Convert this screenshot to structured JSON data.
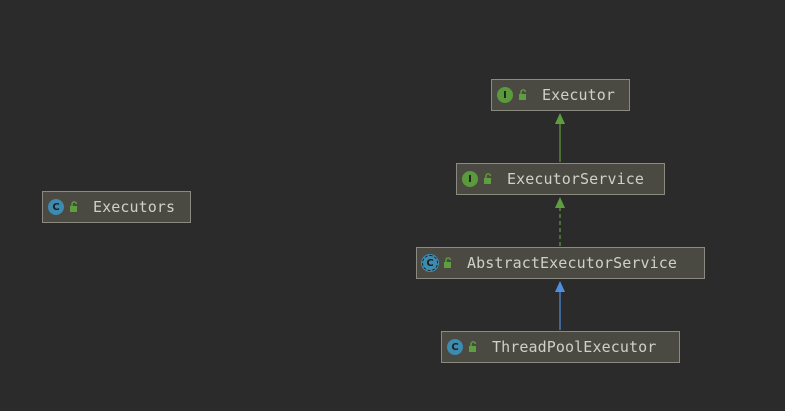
{
  "diagram": {
    "nodes": [
      {
        "id": "executors",
        "label": "Executors",
        "kind": "class",
        "kind_glyph": "C",
        "icon": "class-icon",
        "visibility_icon": "public-lock-icon"
      },
      {
        "id": "executor",
        "label": "Executor",
        "kind": "interface",
        "kind_glyph": "I",
        "icon": "interface-icon",
        "visibility_icon": "public-lock-icon"
      },
      {
        "id": "executor-service",
        "label": "ExecutorService",
        "kind": "interface",
        "kind_glyph": "I",
        "icon": "interface-icon",
        "visibility_icon": "public-lock-icon"
      },
      {
        "id": "abstract-executor-service",
        "label": "AbstractExecutorService",
        "kind": "abstract",
        "kind_glyph": "C",
        "icon": "abstract-class-icon",
        "visibility_icon": "public-lock-icon"
      },
      {
        "id": "thread-pool-executor",
        "label": "ThreadPoolExecutor",
        "kind": "class",
        "kind_glyph": "C",
        "icon": "class-icon",
        "visibility_icon": "public-lock-icon"
      }
    ],
    "edges": [
      {
        "from": "executor-service",
        "to": "executor",
        "relation": "extends",
        "style": "solid",
        "color": "#5f9e3f"
      },
      {
        "from": "abstract-executor-service",
        "to": "executor-service",
        "relation": "implements",
        "style": "dashed",
        "color": "#5f9e3f"
      },
      {
        "from": "thread-pool-executor",
        "to": "abstract-executor-service",
        "relation": "extends",
        "style": "solid",
        "color": "#4f8fe0"
      }
    ],
    "colors": {
      "background": "#2b2b2b",
      "node_fill": "#4b4a42",
      "node_border": "#8a8a80",
      "interface": "#5b9a3c",
      "class": "#3c8bb0",
      "lock": "#5f9e3f"
    }
  }
}
